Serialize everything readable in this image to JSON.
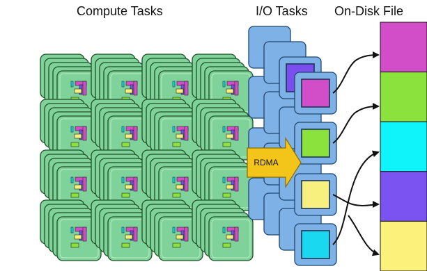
{
  "headers": {
    "compute": "Compute Tasks",
    "io": "I/O Tasks",
    "file": "On-Disk File"
  },
  "labels": {
    "rdma": "RDMA"
  },
  "colors": {
    "compute_fill": "#7fd39a",
    "compute_stroke": "#1e4f26",
    "io_fill": "#7eb2e6",
    "io_stroke": "#1f4570",
    "rdma_fill": "#f3c419",
    "glyph_pink": "#d24ec8",
    "glyph_yellow": "#f7f07e",
    "glyph_green": "#8be23c",
    "glyph_cyan": "#1ad8f0",
    "glyph_purple": "#7b4ef0"
  },
  "io_task_colors": [
    "#d24ec8",
    "#8be23c",
    "#f7f07e",
    "#1ad8f0"
  ],
  "file_segment_colors": [
    "#d24ec8",
    "#8be23c",
    "#0ff4fb",
    "#7b53f0",
    "#fcf27b"
  ]
}
